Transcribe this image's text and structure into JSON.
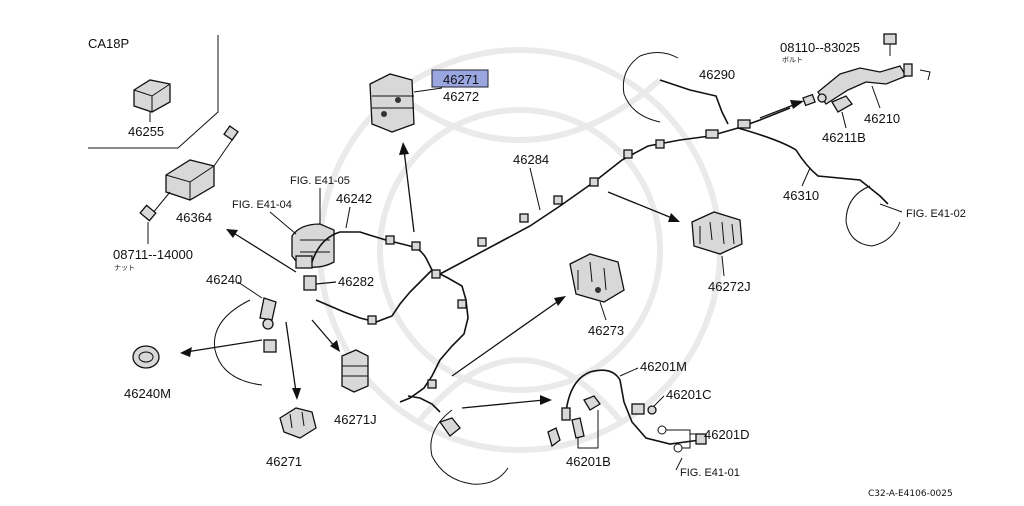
{
  "engine_label": "CA18P",
  "nut_label": "ナット",
  "bolt_label": "ボルト",
  "footer_code": "C32-A-E4106-0025",
  "highlight_color": "#9aa6e0",
  "parts": {
    "p46255": "46255",
    "p46364": "46364",
    "p08711": "08711--14000",
    "p46240": "46240",
    "p46240M": "46240M",
    "p46271_bottom": "46271",
    "p46271J": "46271J",
    "p46282": "46282",
    "p46242": "46242",
    "p46271_top": "46271",
    "p46272": "46272",
    "p46284": "46284",
    "p46273": "46273",
    "p46272J": "46272J",
    "p46290": "46290",
    "p08110": "08110--83025",
    "p46210": "46210",
    "p46211B": "46211B",
    "p46310": "46310",
    "p46201M": "46201M",
    "p46201C": "46201C",
    "p46201D": "46201D",
    "p46201B": "46201B"
  },
  "figure_refs": {
    "fig_e41_05": "FIG. E41-05",
    "fig_e41_04": "FIG. E41-04",
    "fig_e41_02": "FIG. E41-02",
    "fig_e41_01": "FIG. E41-01"
  }
}
